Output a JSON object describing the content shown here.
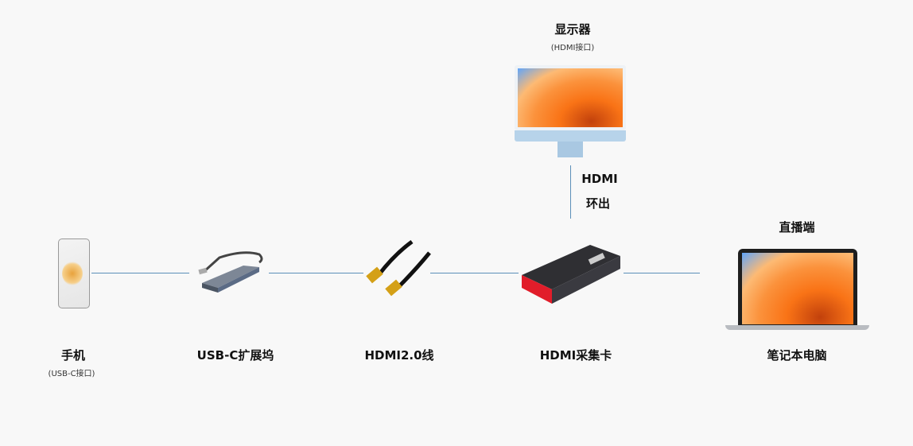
{
  "nodes": {
    "phone": {
      "label": "手机",
      "sub": "(USB-C接口)"
    },
    "hub": {
      "label": "USB-C扩展坞"
    },
    "cable": {
      "label": "HDMI2.0线"
    },
    "capture": {
      "label": "HDMI采集卡"
    },
    "laptop": {
      "label": "笔记本电脑",
      "top_label": "直播端"
    },
    "monitor": {
      "label": "显示器",
      "sub": "(HDMI接口)"
    }
  },
  "loop_out": {
    "line1": "HDMI",
    "line2": "环出"
  },
  "colors": {
    "connector": "#5b8fb9",
    "background": "#f8f8f8",
    "capture_accent": "#e11d2a"
  }
}
